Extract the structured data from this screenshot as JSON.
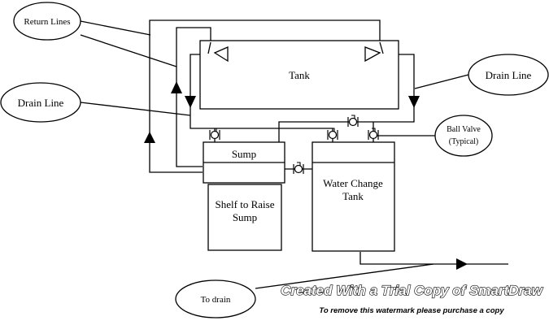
{
  "diagram": {
    "title": "Aquarium plumbing diagram",
    "nodes": {
      "tank": "Tank",
      "sump": "Sump",
      "shelf_line1": "Shelf to Raise",
      "shelf_line2": "Sump",
      "water_change_line1": "Water Change",
      "water_change_line2": "Tank"
    },
    "callouts": {
      "return_lines": "Return Lines",
      "drain_line_left": "Drain Line",
      "drain_line_right": "Drain Line",
      "ball_valve_line1": "Ball Valve",
      "ball_valve_line2": "(Typical)",
      "to_drain": "To drain"
    },
    "watermark": {
      "line1": "Created With a Trial Copy of SmartDraw",
      "line2": "To remove this watermark please purchase a copy"
    }
  }
}
